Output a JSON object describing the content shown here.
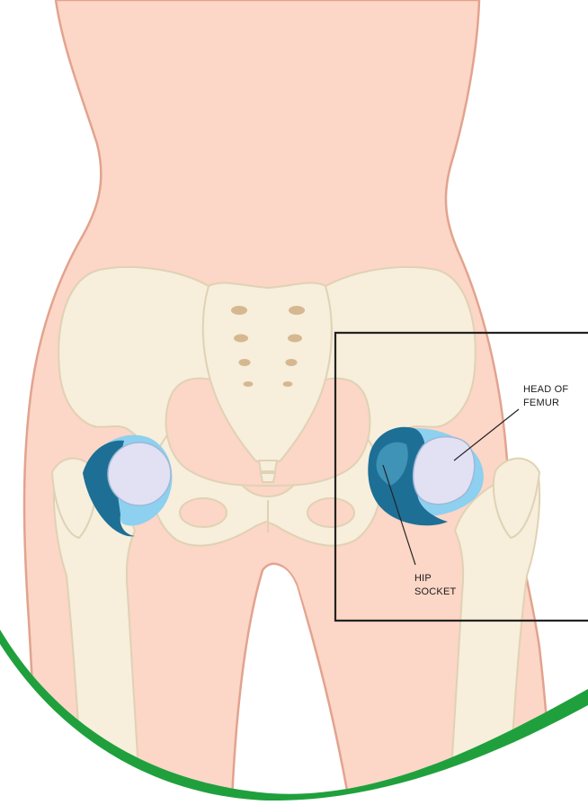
{
  "labels": {
    "head_of_femur": {
      "line1": "HEAD OF",
      "line2": "FEMUR"
    },
    "hip_socket": {
      "line1": "HIP",
      "line2": "SOCKET"
    }
  },
  "colors": {
    "skin": "#fcd6c6",
    "skin_outline": "#e2a38e",
    "bone": "#f7eedc",
    "bone_outline": "#e0d2b4",
    "sacrum_holes": "#d6b890",
    "femur_head": "#e2e0f3",
    "socket_dark": "#1d6f95",
    "socket_mid": "#3e93b6",
    "cartilage": "#8dd0ef",
    "green_swoosh": "#1fa03c",
    "frame": "#222222",
    "white": "#ffffff"
  }
}
